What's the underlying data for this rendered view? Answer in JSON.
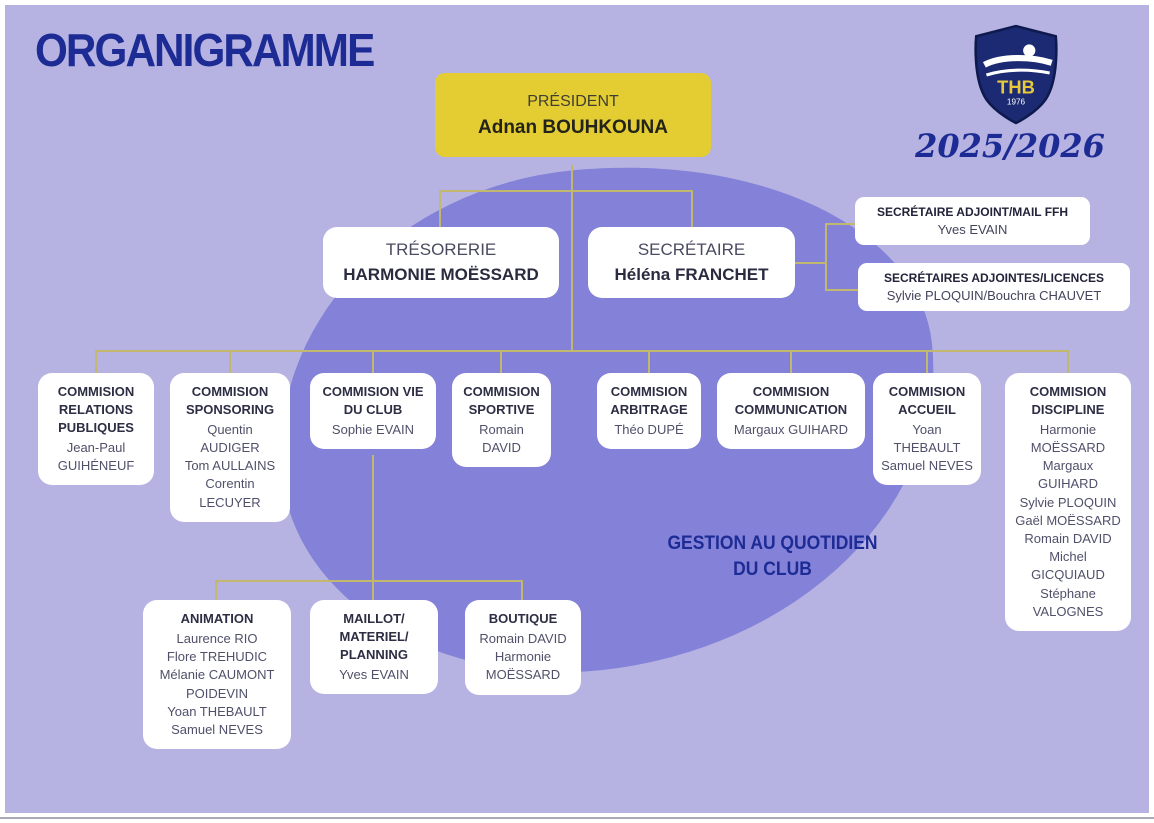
{
  "title": "ORGANIGRAMME",
  "season": "2025/2026",
  "logo": {
    "initials": "THB",
    "year": "1976"
  },
  "colors": {
    "background": "#b6b3e2",
    "blob": "#8381d8",
    "navy": "#1d2b94",
    "president_yellow": "#e4cd33",
    "connector": "#c2b76f"
  },
  "president": {
    "role": "PRÉSIDENT",
    "name": "Adnan BOUHKOUNA"
  },
  "tresorerie": {
    "role": "TRÉSORERIE",
    "name": "HARMONIE MOËSSARD"
  },
  "secretaire": {
    "role": "SECRÉTAIRE",
    "name": "Héléna FRANCHET"
  },
  "adjoints": [
    {
      "title": "SECRÉTAIRE ADJOINT/MAIL FFH",
      "members": [
        "Yves EVAIN"
      ]
    },
    {
      "title": "SECRÉTAIRES ADJOINTES/LICENCES",
      "members": [
        "Sylvie PLOQUIN/Bouchra CHAUVET"
      ]
    }
  ],
  "commissions": [
    {
      "title": "COMMISION RELATIONS PUBLIQUES",
      "members": [
        "Jean-Paul GUIHÉNEUF"
      ]
    },
    {
      "title": "COMMISION SPONSORING",
      "members": [
        "Quentin AUDIGER",
        "Tom AULLAINS",
        "Corentin LECUYER"
      ]
    },
    {
      "title": "COMMISION VIE DU CLUB",
      "members": [
        "Sophie EVAIN"
      ]
    },
    {
      "title": "COMMISION SPORTIVE",
      "members": [
        "Romain DAVID"
      ]
    },
    {
      "title": "COMMISION ARBITRAGE",
      "members": [
        "Théo DUPÉ"
      ]
    },
    {
      "title": "COMMISION COMMUNICATION",
      "members": [
        "Margaux GUIHARD"
      ]
    },
    {
      "title": "COMMISION ACCUEIL",
      "members": [
        "Yoan THEBAULT",
        "Samuel NEVES"
      ]
    },
    {
      "title": "COMMISION DISCIPLINE",
      "members": [
        "Harmonie MOËSSARD",
        "Margaux GUIHARD",
        "Sylvie PLOQUIN",
        "Gaël MOËSSARD",
        "Romain DAVID",
        "Michel GICQUIAUD",
        "Stéphane VALOGNES"
      ]
    }
  ],
  "subcommissions": [
    {
      "title": "ANIMATION",
      "members": [
        "Laurence RIO",
        "Flore TREHUDIC",
        "Mélanie CAUMONT POIDEVIN",
        "Yoan THEBAULT",
        "Samuel NEVES"
      ]
    },
    {
      "title": "MAILLOT/ MATERIEL/ PLANNING",
      "members": [
        "Yves EVAIN"
      ]
    },
    {
      "title": "BOUTIQUE",
      "members": [
        "Romain DAVID",
        "Harmonie MOËSSARD"
      ]
    }
  ],
  "annotation": [
    "GESTION AU QUOTIDIEN",
    "DU CLUB"
  ]
}
